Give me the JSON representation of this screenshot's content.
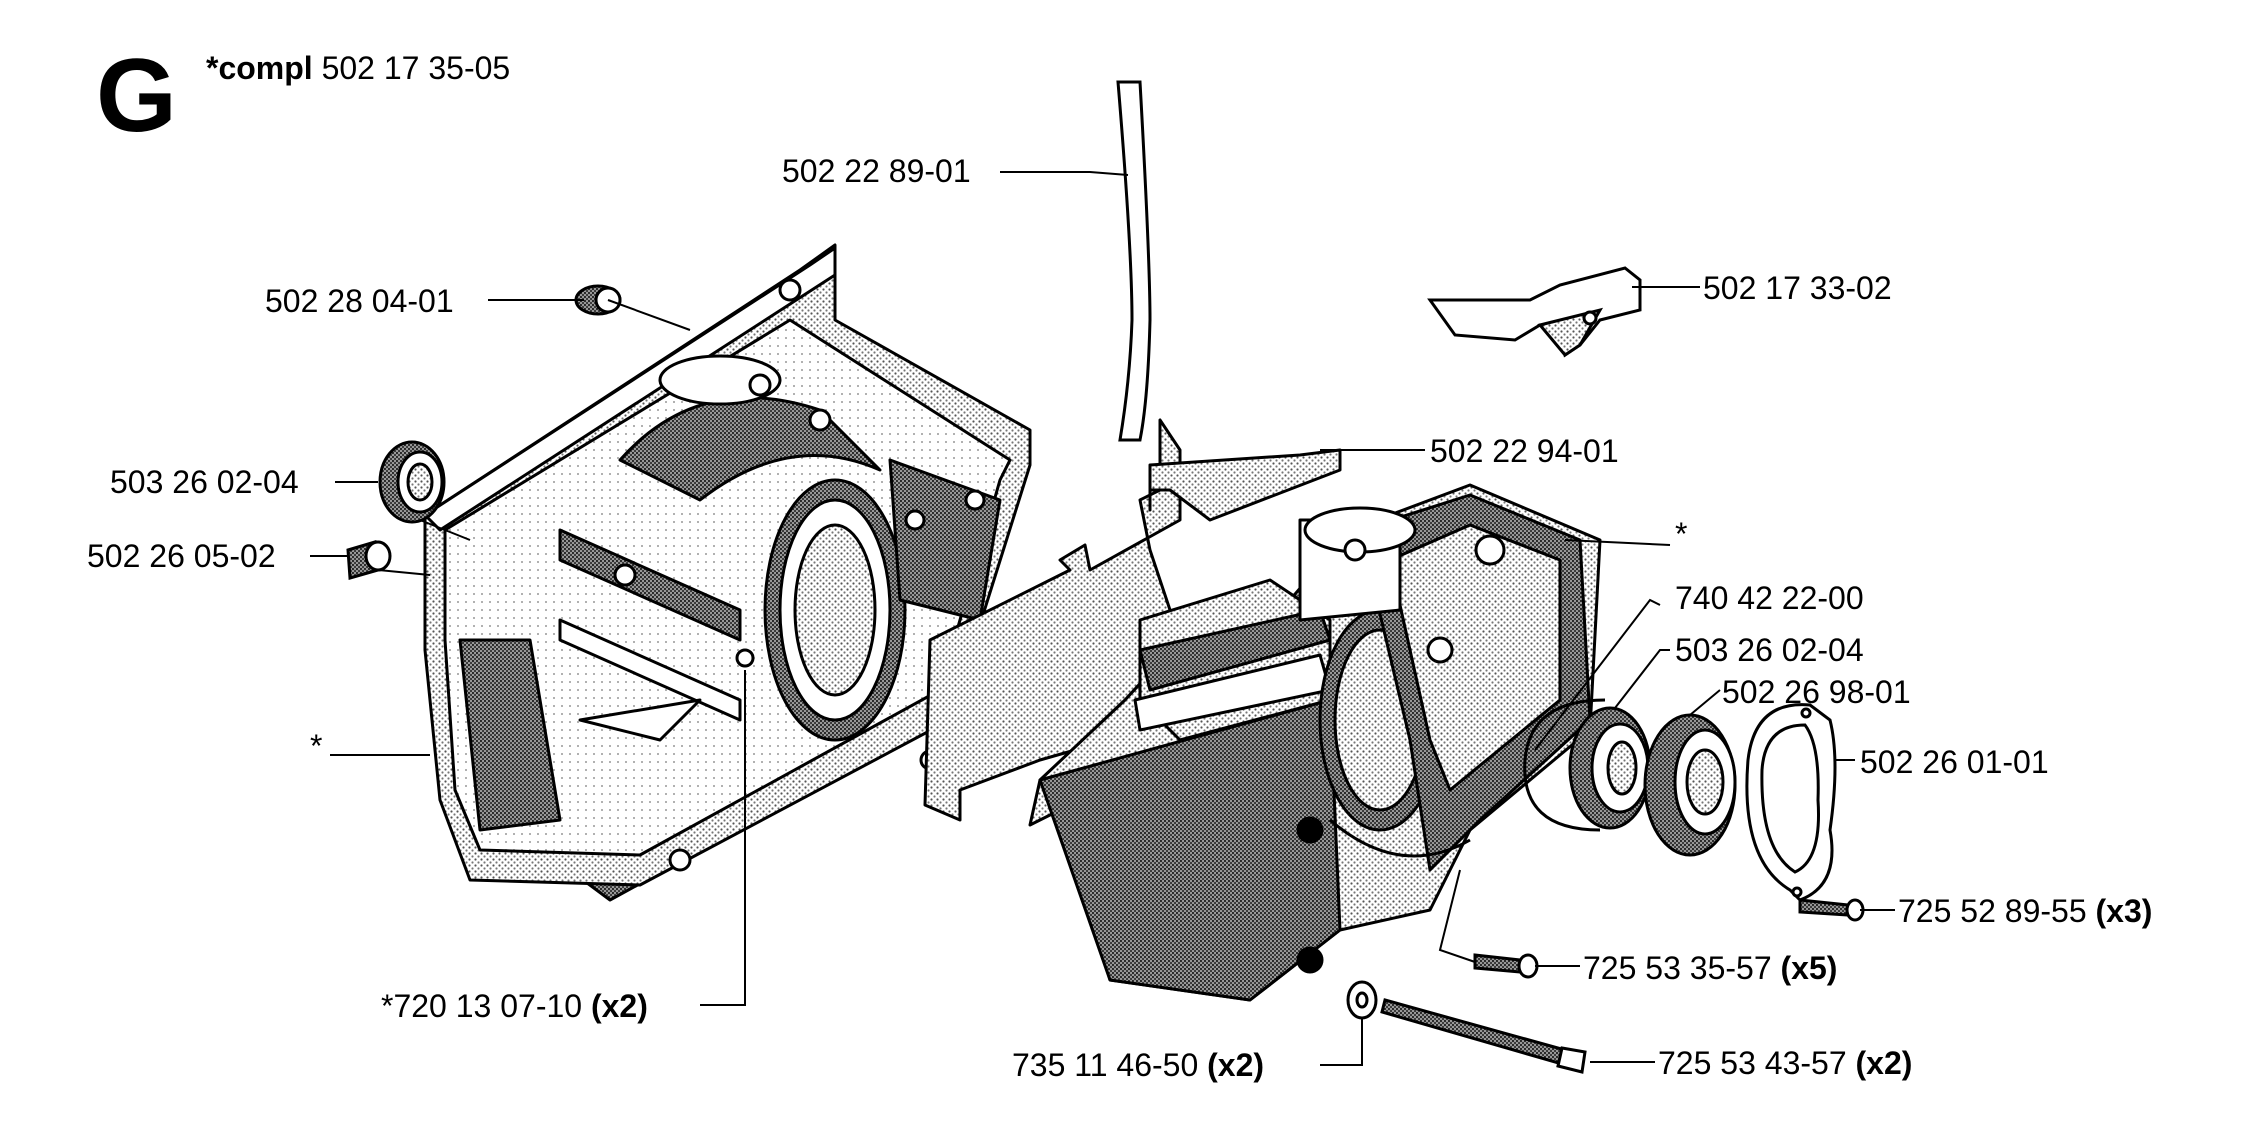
{
  "group_letter": "G",
  "assembly": {
    "prefix": "*compl",
    "part_number": "502 17 35-05"
  },
  "callouts": [
    {
      "id": "tube",
      "number": "502 22 89-01",
      "qty": ""
    },
    {
      "id": "bracket",
      "number": "502 17 33-02",
      "qty": ""
    },
    {
      "id": "plug",
      "number": "502 28 04-01",
      "qty": ""
    },
    {
      "id": "seal-left",
      "number": "503 26 02-04",
      "qty": ""
    },
    {
      "id": "sleeve",
      "number": "502 26 05-02",
      "qty": ""
    },
    {
      "id": "gasket-right",
      "number": "502 22 94-01",
      "qty": ""
    },
    {
      "id": "crankcase-right",
      "number": "*",
      "qty": ""
    },
    {
      "id": "circlip",
      "number": "740 42 22-00",
      "qty": ""
    },
    {
      "id": "seal-right",
      "number": "503 26 02-04",
      "qty": ""
    },
    {
      "id": "bearing-housing",
      "number": "502 26 98-01",
      "qty": ""
    },
    {
      "id": "cover-gasket",
      "number": "502 26 01-01",
      "qty": ""
    },
    {
      "id": "crankcase-left",
      "number": "*",
      "qty": ""
    },
    {
      "id": "screw-cover",
      "number": "725 52 89-55",
      "qty": "(x3)"
    },
    {
      "id": "screw-case",
      "number": "725 53 35-57",
      "qty": "(x5)"
    },
    {
      "id": "pin",
      "number": "*720 13 07-10",
      "qty": "(x2)"
    },
    {
      "id": "washer",
      "number": "735 11 46-50",
      "qty": "(x2)"
    },
    {
      "id": "bolt",
      "number": "725 53 43-57",
      "qty": "(x2)"
    }
  ]
}
